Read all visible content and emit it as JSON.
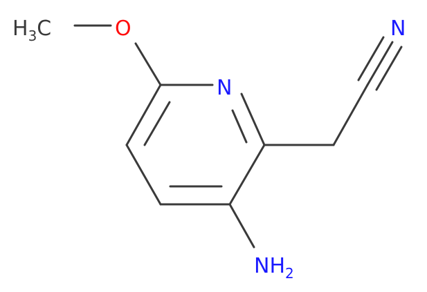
{
  "molecule": {
    "colors": {
      "bond": "#3a3a3a",
      "carbon": "#3a3a3a",
      "nitrogen": "#1a1aff",
      "oxygen": "#ff0d0d"
    },
    "labels": {
      "methyl_h": "H",
      "methyl_sub": "3",
      "methyl_c": "C",
      "oxygen": "O",
      "ring_n": "N",
      "nitrile_n": "N",
      "amino_nh": "NH",
      "amino_sub": "2"
    }
  }
}
